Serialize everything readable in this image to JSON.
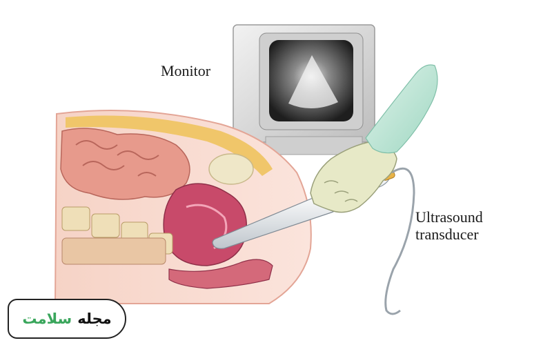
{
  "labels": {
    "monitor": "Monitor",
    "transducer_line1": "Ultrasound",
    "transducer_line2": "transducer"
  },
  "badge": {
    "word_dark": "مجله",
    "word_green": "سلامت",
    "dark_color": "#111111",
    "green_color": "#3aa65c"
  },
  "colors": {
    "skin": "#f3c2b3",
    "intestine": "#e79a8c",
    "uterus": "#c84a6a",
    "fat": "#f0c66a",
    "glove": "#e7e9c7",
    "cuff": "#b8e3d4",
    "monitor_casing": "#d9d9d9",
    "screen": "#3a3a3a"
  }
}
